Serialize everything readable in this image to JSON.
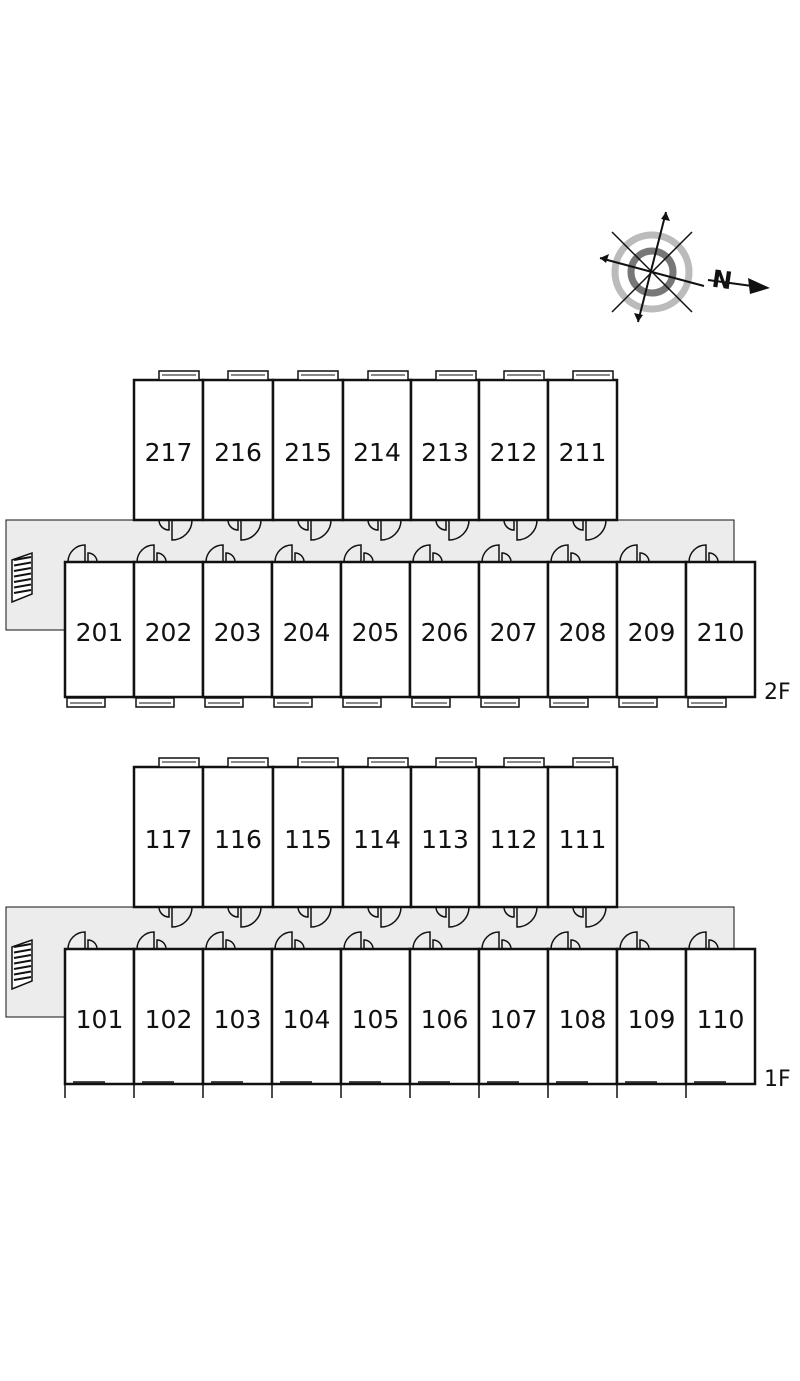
{
  "compass": {
    "north_label": "N"
  },
  "floors": [
    {
      "floor_label": "2F",
      "back_rooms": [
        "217",
        "216",
        "215",
        "214",
        "213",
        "212",
        "211"
      ],
      "front_rooms": [
        "201",
        "202",
        "203",
        "204",
        "205",
        "206",
        "207",
        "208",
        "209",
        "210"
      ]
    },
    {
      "floor_label": "1F",
      "back_rooms": [
        "117",
        "116",
        "115",
        "114",
        "113",
        "112",
        "111"
      ],
      "front_rooms": [
        "101",
        "102",
        "103",
        "104",
        "105",
        "106",
        "107",
        "108",
        "109",
        "110"
      ]
    }
  ],
  "colors": {
    "line": "#111111",
    "corridor": "#ececec",
    "compass_ring_dark": "#777777",
    "compass_ring_light": "#bbbbbb"
  }
}
